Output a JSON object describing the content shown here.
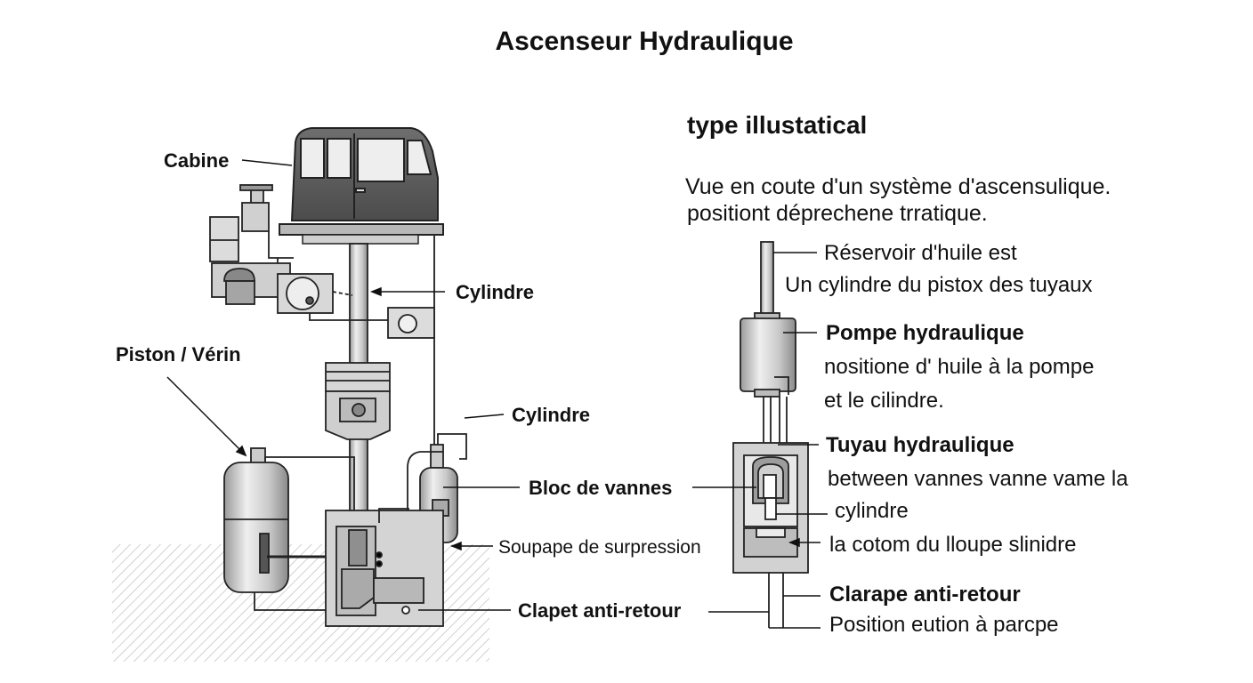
{
  "title": "Ascenseur Hydraulique",
  "left_labels": {
    "cabine": "Cabine",
    "cylindre_top": "Cylindre",
    "piston": "Piston / Vérin",
    "cylindre_mid": "Cylindre",
    "bloc": "Bloc de vannes",
    "soupape": "Soupape de surpression",
    "clapet": "Clapet anti-retour"
  },
  "right": {
    "subtitle": "type illustatical",
    "description_line1": "Vue en coute d'un système d'ascensulique.",
    "description_line2": "positiont déprechene trratique.",
    "reservoir_line1": "Réservoir d'huile est",
    "reservoir_line2": "Un cylindre du pistox des tuyaux",
    "pompe_title": "Pompe hydraulique",
    "pompe_line1": "nositione d' huile à la pompe",
    "pompe_line2": "et le cilindre.",
    "tuyau_title": "Tuyau hydraulique",
    "tuyau_line1": "between vannes vanne vame la",
    "tuyau_line2": "cylindre",
    "cotom_line": "la cotom du lloupe slinidre",
    "clarape_title": "Clarape anti-retour",
    "clarape_line1": "Position eution à parcpe"
  },
  "colors": {
    "ink": "#111111",
    "metal_dark": "#5a5a5a",
    "metal_mid": "#a8a8a8",
    "metal_light": "#e2e2e2",
    "ground_hatch": "#bdbdbd"
  }
}
